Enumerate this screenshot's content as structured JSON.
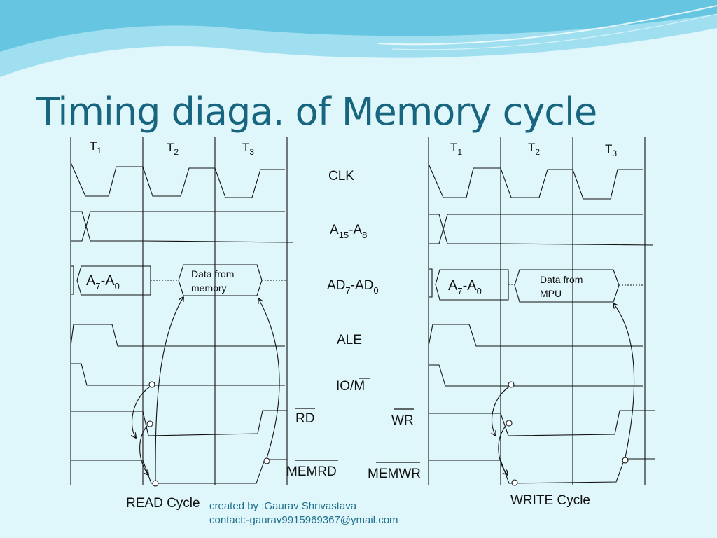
{
  "title": "Timing diaga. of Memory cycle",
  "colors": {
    "title": "#17657e",
    "background": "#dff6fb",
    "wave_top": "#8fd9ec",
    "wave_band": "#4fb8d8",
    "lines": "#111111",
    "credit": "#1d6f8c"
  },
  "read_cycle": {
    "caption": "READ Cycle",
    "states": [
      {
        "base": "T",
        "sub": "1"
      },
      {
        "base": "T",
        "sub": "2"
      },
      {
        "base": "T",
        "sub": "3"
      }
    ],
    "address_label": {
      "base": "A",
      "sub1": "7",
      "mid": "-A",
      "sub2": "0"
    },
    "data_label_line1": "Data from",
    "data_label_line2": "memory"
  },
  "write_cycle": {
    "caption": "WRITE Cycle",
    "states": [
      {
        "base": "T",
        "sub": "1"
      },
      {
        "base": "T",
        "sub": "2"
      },
      {
        "base": "T",
        "sub": "3"
      }
    ],
    "address_label": {
      "base": "A",
      "sub1": "7",
      "mid": "-A",
      "sub2": "0"
    },
    "data_label_line1": "Data from",
    "data_label_line2": "MPU"
  },
  "signals": {
    "clk": "CLK",
    "addr_high": {
      "base": "A",
      "sub1": "15",
      "mid": "-A",
      "sub2": "8"
    },
    "addr_data": {
      "base": "AD",
      "sub1": "7",
      "mid": "-AD",
      "sub2": "0"
    },
    "ale": "ALE",
    "io_m": {
      "prefix": "IO/",
      "bar": "M"
    },
    "rd": "RD",
    "wr": "WR",
    "memrd": "MEMRD",
    "memwr": "MEMWR"
  },
  "credit": {
    "line1": "created by :Gaurav Shrivastava",
    "line2": "contact:-gaurav9915969367@ymail.com"
  }
}
